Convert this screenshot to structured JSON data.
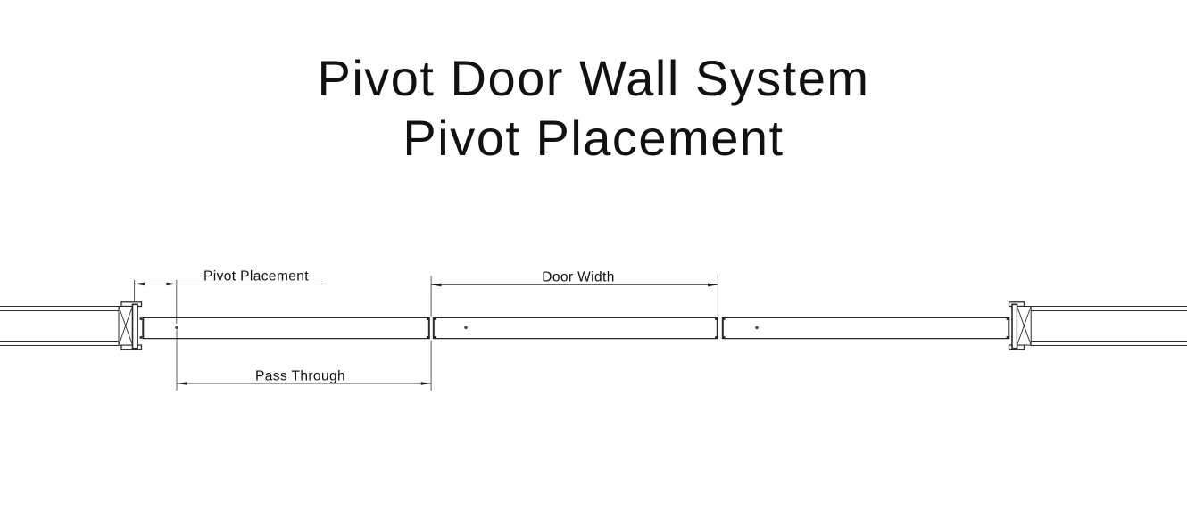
{
  "document": {
    "title_line1": "Pivot Door Wall System",
    "title_line2": "Pivot Placement"
  },
  "diagram": {
    "dimensions": {
      "pivot_placement": "Pivot Placement",
      "door_width": "Door Width",
      "pass_through": "Pass Through"
    },
    "colors": {
      "line": "#2b2b2b",
      "dimension_line": "#4a4a4a",
      "text": "#111111",
      "background": "#ffffff"
    }
  }
}
